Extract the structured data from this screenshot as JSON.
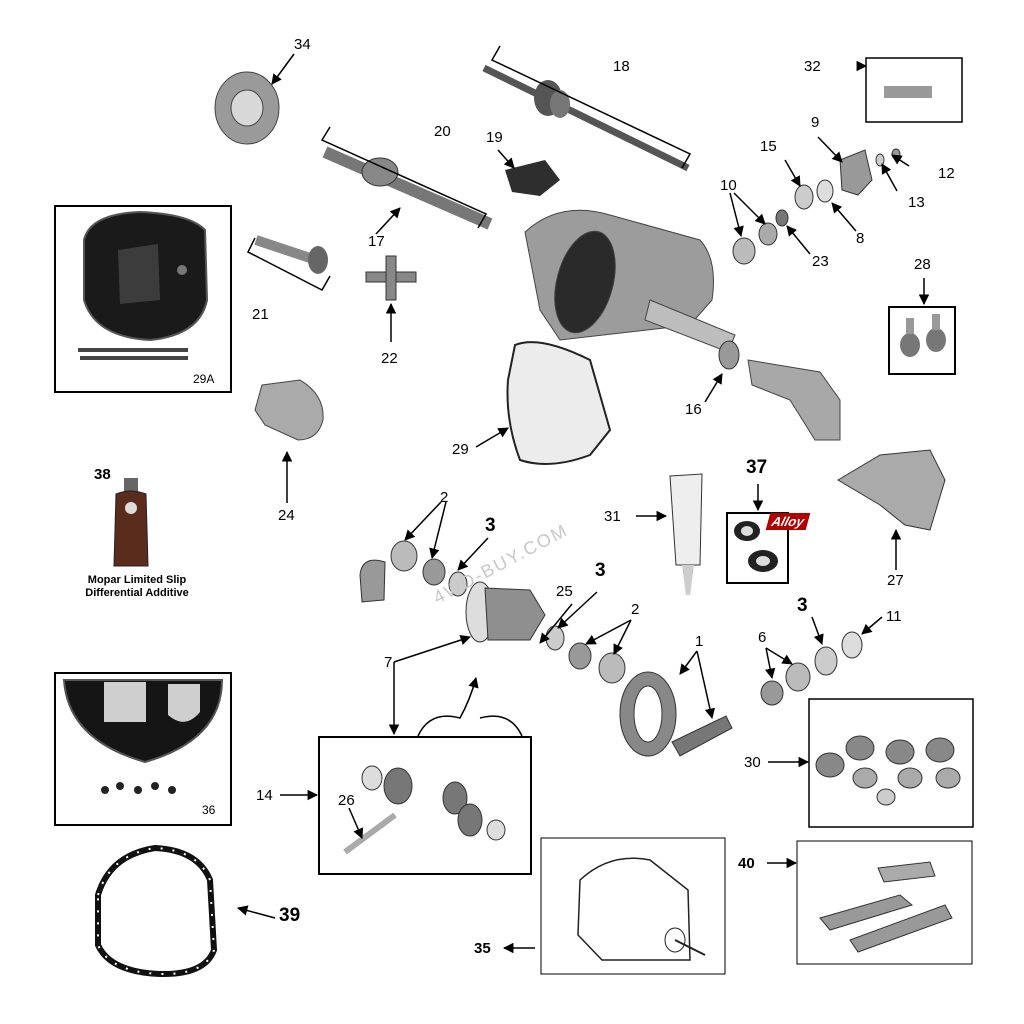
{
  "labels": {
    "p1": "1",
    "p2a": "2",
    "p2b": "2",
    "p3a": "3",
    "p3b": "3",
    "p3c": "3",
    "p6": "6",
    "p7": "7",
    "p8": "8",
    "p9": "9",
    "p10": "10",
    "p11": "11",
    "p12": "12",
    "p13": "13",
    "p14": "14",
    "p15": "15",
    "p16": "16",
    "p17": "17",
    "p18": "18",
    "p19": "19",
    "p20": "20",
    "p21": "21",
    "p22": "22",
    "p23": "23",
    "p24": "24",
    "p25": "25",
    "p26": "26",
    "p27": "27",
    "p28": "28",
    "p29": "29",
    "p30": "30",
    "p31": "31",
    "p32": "32",
    "p34": "34",
    "p35": "35",
    "p37": "37",
    "p38": "38",
    "p39": "39",
    "p40": "40"
  },
  "boxes": {
    "b29a": "29A",
    "b36": "36"
  },
  "mopar_caption": "Mopar Limited Slip Differential Additive",
  "alloy_logo": "Alloy",
  "watermark": "4WD-BUY.COM",
  "colors": {
    "ink": "#000000",
    "part_fill": "#bdbdbd",
    "part_dark": "#3a3a3a",
    "alloy_red": "#b00000"
  }
}
